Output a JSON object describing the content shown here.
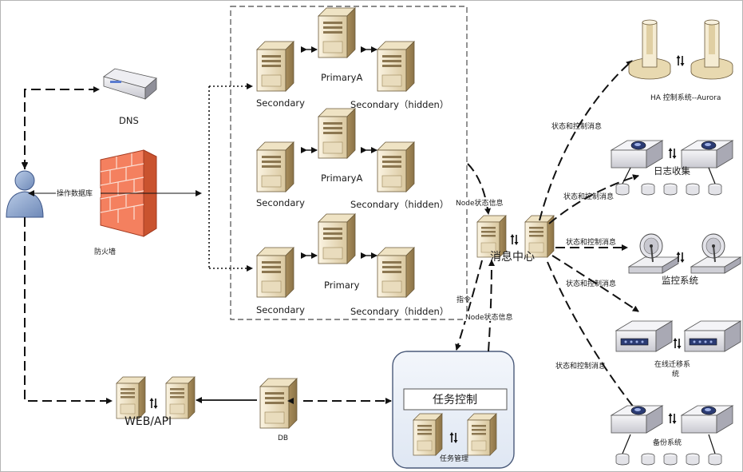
{
  "labels": {
    "dns": "DNS",
    "user_action": "操作数据库",
    "firewall": "防火墙",
    "web_api": "WEB/API",
    "db": "DB",
    "task_control": "任务控制",
    "task_management": "任务管理",
    "message_center": "消息中心",
    "node_status_top": "Node状态信息",
    "node_status_bottom": "Node状态信息",
    "command": "指令",
    "replica_sets": [
      {
        "primary": "PrimaryA",
        "secondary": "Secondary",
        "hidden": "Secondary（hidden）"
      },
      {
        "primary": "PrimaryA",
        "secondary": "Secondary",
        "hidden": "Secondary（hidden）"
      },
      {
        "primary": "Primary",
        "secondary": "Secondary",
        "hidden": "Secondary（hidden）"
      }
    ],
    "edge_labels": [
      "状态和控制消息",
      "状态和控制消息",
      "状态和控制消息",
      "状态和控制消息",
      "状态和控制消息"
    ],
    "systems": {
      "ha": "HA 控制系统--Aurora",
      "log": "日志收集",
      "monitor": "监控系统",
      "migration_l1": "在线迁移系",
      "migration_l2": "统",
      "backup": "备份系统"
    }
  },
  "colors": {
    "server_light": "#f2e6c9",
    "server_dark": "#b39a6b",
    "firewall": "#f26b4a",
    "user": "#8fa8cf",
    "task_box": "#e8eef8",
    "line": "#111111"
  }
}
